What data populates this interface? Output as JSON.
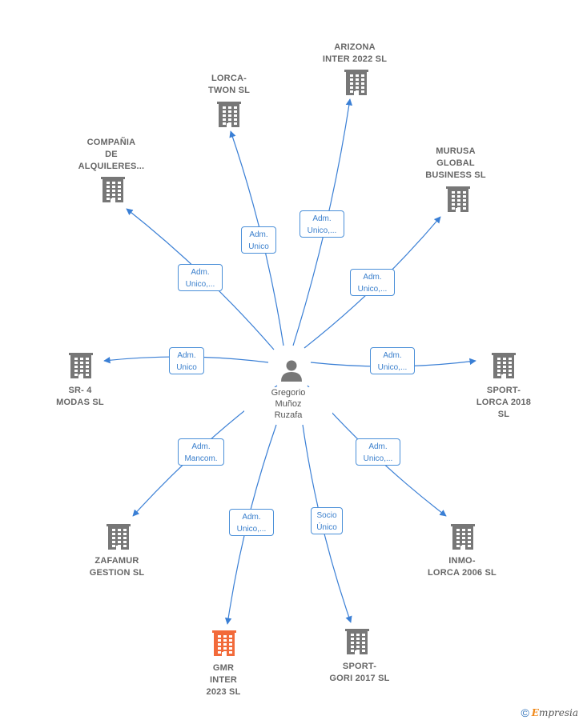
{
  "person": {
    "name": "Gregorio\nMuñoz\nRuzafa"
  },
  "companies": [
    {
      "id": "arizona",
      "name": "ARIZONA\nINTER 2022  SL",
      "role": "Adm.\nUnico,...",
      "color": "#777777"
    },
    {
      "id": "lorca-twon",
      "name": "LORCA-\nTWON SL",
      "role": "Adm.\nUnico",
      "color": "#777777"
    },
    {
      "id": "compania",
      "name": "COMPAÑIA\nDE\nALQUILERES...",
      "role": "Adm.\nUnico,...",
      "color": "#777777"
    },
    {
      "id": "murusa",
      "name": "MURUSA\nGLOBAL\nBUSINESS  SL",
      "role": "Adm.\nUnico,...",
      "color": "#777777"
    },
    {
      "id": "sr4",
      "name": "SR- 4\nMODAS SL",
      "role": "Adm.\nUnico",
      "color": "#777777"
    },
    {
      "id": "sport-lorca",
      "name": "SPORT-\nLORCA 2018\nSL",
      "role": "Adm.\nUnico,...",
      "color": "#777777"
    },
    {
      "id": "zafamur",
      "name": "ZAFAMUR\nGESTION SL",
      "role": "Adm.\nMancom.",
      "color": "#777777"
    },
    {
      "id": "inmo",
      "name": "INMO-\nLORCA 2006 SL",
      "role": "Adm.\nUnico,...",
      "color": "#777777"
    },
    {
      "id": "gmr",
      "name": "GMR\nINTER\n2023  SL",
      "role": "Adm.\nUnico,...",
      "color": "#f26a3a",
      "highlight": true
    },
    {
      "id": "sport-gori",
      "name": "SPORT-\nGORI 2017  SL",
      "role": "Socio\nÚnico",
      "color": "#777777"
    }
  ],
  "colors": {
    "edge": "#3a7fd5",
    "person": "#777777"
  },
  "footer": {
    "copyright": "©",
    "brand_initial": "E",
    "brand_rest": "mpresia"
  }
}
